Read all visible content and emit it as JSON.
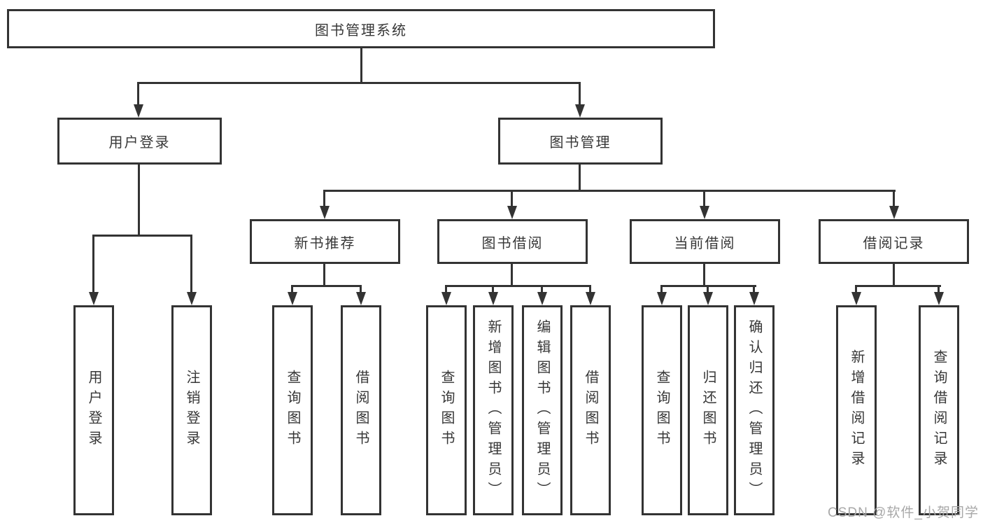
{
  "diagram": {
    "root_label": "图书管理系统",
    "user_login": {
      "label": "用户登录",
      "children": [
        "用户登录",
        "注销登录"
      ]
    },
    "book_management": {
      "label": "图书管理",
      "new_book_recommend": {
        "label": "新书推荐",
        "children": [
          "查询图书",
          "借阅图书"
        ]
      },
      "book_borrow": {
        "label": "图书借阅",
        "children": [
          "查询图书",
          "新增图书（管理员）",
          "编辑图书（管理员）",
          "借阅图书"
        ]
      },
      "current_borrow": {
        "label": "当前借阅",
        "children": [
          "查询图书",
          "归还图书",
          "确认归还（管理员）"
        ]
      },
      "borrow_records": {
        "label": "借阅记录",
        "children": [
          "新增借阅记录",
          "查询借阅记录"
        ]
      }
    }
  },
  "watermark": "CSDN @软件_小贺同学",
  "colors": {
    "line": "#333333",
    "text": "#373737",
    "background": "#ffffff",
    "watermark": "#a8a8a8"
  }
}
